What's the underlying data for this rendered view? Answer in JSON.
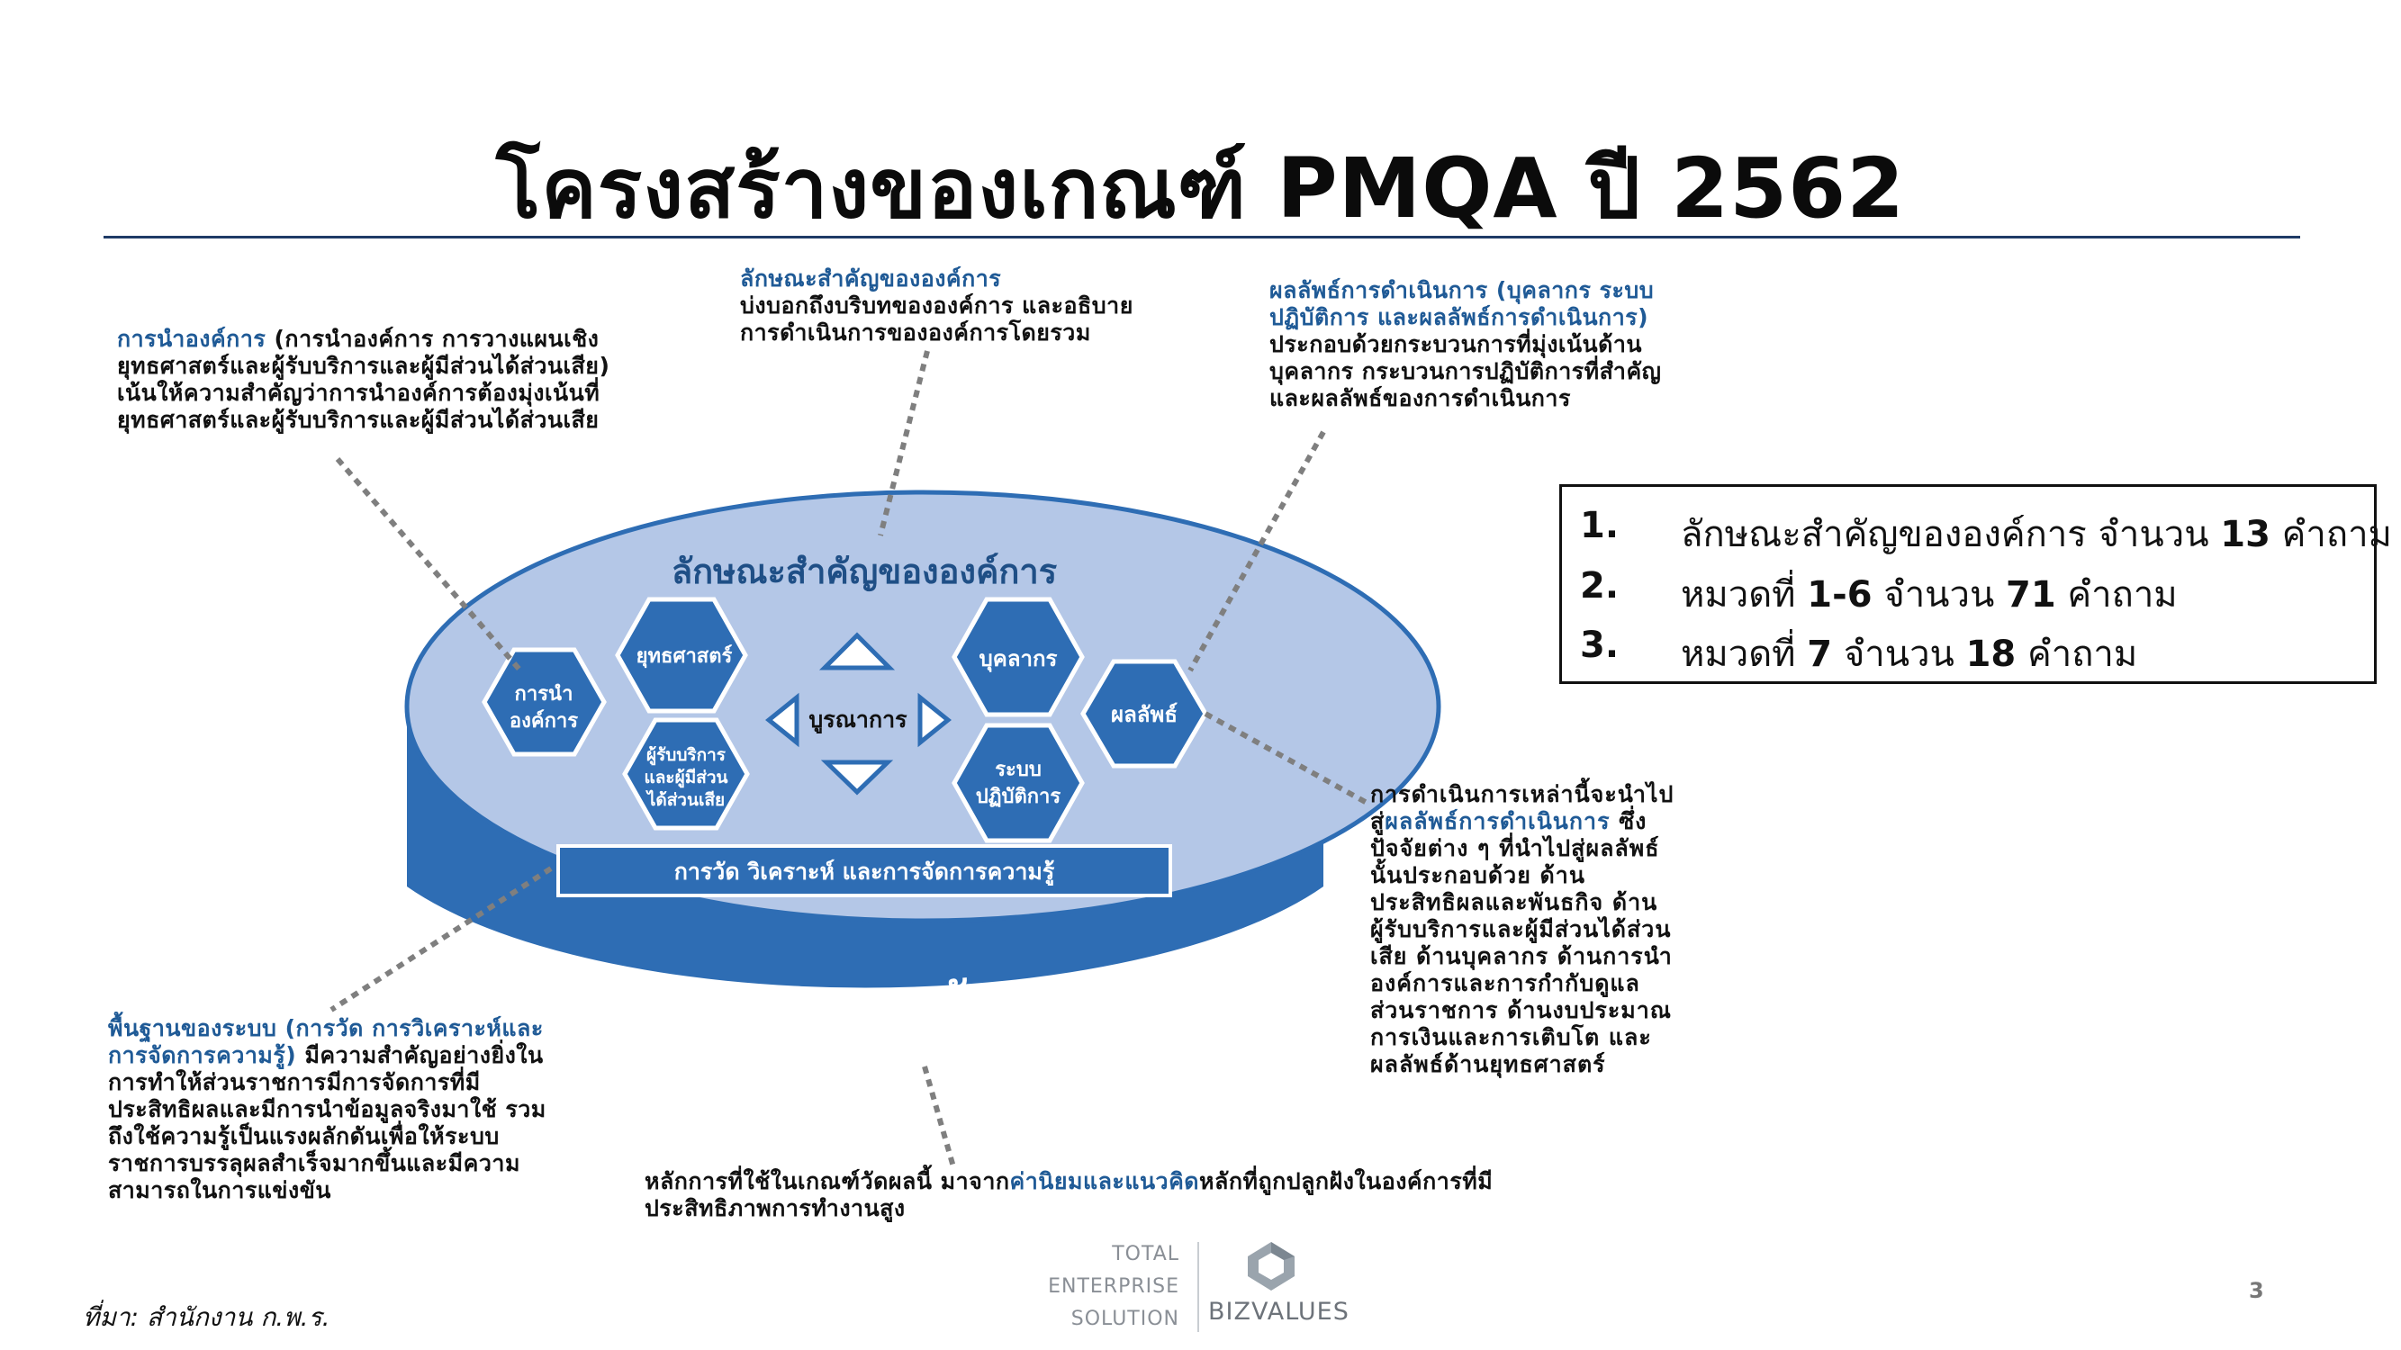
{
  "title": "โครงสร้างของเกณฑ์ PMQA ปี 2562",
  "diagram": {
    "top_label": "ลักษณะสำคัญขององค์การ",
    "base_label": "ค่านิยม และหลักการ",
    "bar_label": "การวัด วิเคราะห์ และการจัดการความรู้",
    "integration_label": "บูรณาการ",
    "hexagons": {
      "leadership": "การนำ องค์การ",
      "strategy": "ยุทธศาสตร์",
      "customers": "ผู้รับบริการ และผู้มีส่วน ได้ส่วนเสีย",
      "workforce": "บุคลากร",
      "operations": "ระบบ ปฏิบัติการ",
      "results": "ผลลัพธ์"
    }
  },
  "notes": {
    "profile": {
      "heading": "ลักษณะสำคัญขององค์การ",
      "body": "บ่งบอกถึงบริบทขององค์การ และอธิบายการดำเนินการขององค์การโดยรวม"
    },
    "leadership": {
      "heading": "การนำองค์การ",
      "body": "(การนำองค์การ การวางแผนเชิงยุทธศาสตร์และผู้รับบริการและผู้มีส่วนได้ส่วนเสีย) เน้นให้ความสำคัญว่าการนำองค์การต้องมุ่งเน้นที่ยุทธศาสตร์และผู้รับบริการและผู้มีส่วนได้ส่วนเสีย"
    },
    "results_focus": {
      "heading": "ผลลัพธ์การดำเนินการ (บุคลากร ระบบปฏิบัติการ และผลลัพธ์การดำเนินการ)",
      "body": "ประกอบด้วยกระบวนการที่มุ่งเน้นด้านบุคลากร กระบวนการปฏิบัติการที่สำคัญ และผลลัพธ์ของการดำเนินการ"
    },
    "results": {
      "lead": "การดำเนินการเหล่านี้จะนำไปสู่",
      "heading": "ผลลัพธ์การดำเนินการ",
      "body": "ซึ่งปัจจัยต่าง ๆ ที่นำไปสู่ผลลัพธ์นั้นประกอบด้วย ด้านประสิทธิผลและพันธกิจ ด้านผู้รับบริการและผู้มีส่วนได้ส่วนเสีย ด้านบุคลากร ด้านการนำองค์การและการกำกับดูแลส่วนราชการ ด้านงบประมาณ การเงินและการเติบโต และผลลัพธ์ด้านยุทธศาสตร์"
    },
    "foundation": {
      "heading": "พื้นฐานของระบบ (การวัด การวิเคราะห์และการจัดการความรู้)",
      "body": "มีความสำคัญอย่างยิ่งในการทำให้ส่วนราชการมีการจัดการที่มีประสิทธิผลและมีการนำข้อมูลจริงมาใช้ รวมถึงใช้ความรู้เป็นแรงผลักดันเพื่อให้ระบบราชการบรรลุผลสำเร็จมากขึ้นและมีความสามารถในการแข่งขัน"
    },
    "values": {
      "lead": "หลักการที่ใช้ในเกณฑ์วัดผลนี้ มาจาก",
      "heading": "ค่านิยมและแนวคิด",
      "body": "หลักที่ถูกปลูกฝังในองค์การที่มีประสิทธิภาพการทำงานสูง"
    }
  },
  "summary": [
    {
      "num": "1.",
      "text": "ลักษณะสำคัญขององค์การ จำนวน",
      "count": "13",
      "suffix": "คำถาม"
    },
    {
      "num": "2.",
      "text": "หมวดที่",
      "category": "1-6",
      "text2": "จำนวน",
      "count": "71",
      "suffix": "คำถาม"
    },
    {
      "num": "3.",
      "text": "หมวดที่",
      "category": "7",
      "text2": "จำนวน",
      "count": "18",
      "suffix": "คำถาม"
    }
  ],
  "footer": {
    "source": "ที่มา: สำนักงาน ก.พ.ร.",
    "logo_lines": [
      "TOTAL",
      "ENTERPRISE",
      "SOLUTION"
    ],
    "logo_name": "BIZVALUES",
    "page_number": "3"
  },
  "colors": {
    "disk_top": "#b4c7e7",
    "disk_side": "#2e6db4",
    "hexagon": "#2e6db4",
    "accent_text": "#1f5a96",
    "title_rule": "#1f3b66"
  }
}
